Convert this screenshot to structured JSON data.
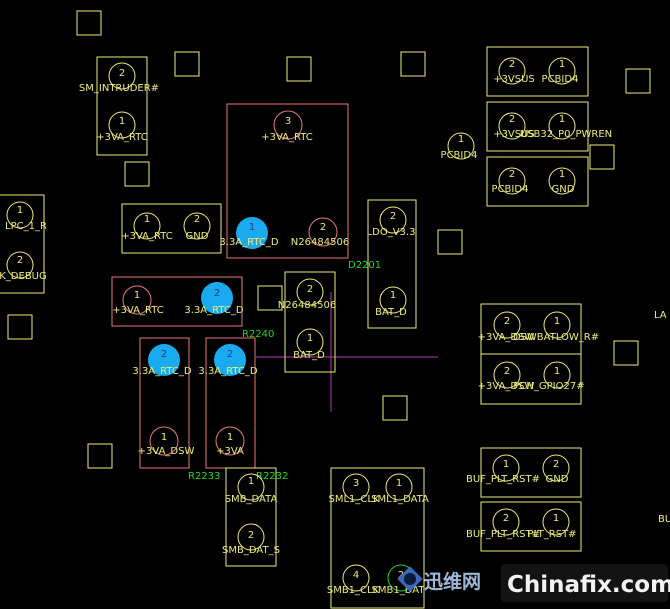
{
  "colors": {
    "background": "#000000",
    "silkscreen": "#ecec7a",
    "highlight_outline": "#e87878",
    "selected_pad": "#19aaf0",
    "refdes": "#22d822",
    "trace": "#b43cb4"
  },
  "components": [
    {
      "id": "sm-intruder",
      "pins": [
        {
          "num": "2",
          "net": "SM_INTRUDER#"
        },
        {
          "num": "1",
          "net": "+3VA_RTC"
        }
      ]
    },
    {
      "id": "conn-3vsus-pcbid4",
      "pins": [
        {
          "num": "2",
          "net": "+3VSUS"
        },
        {
          "num": "1",
          "net": "PCBID4"
        }
      ]
    },
    {
      "id": "conn-3vsus-usb32",
      "pins": [
        {
          "num": "2",
          "net": "+3VSUS"
        },
        {
          "num": "1",
          "net": "USB32_P0_PWREN"
        }
      ]
    },
    {
      "id": "conn-pcbid4-gnd",
      "pins": [
        {
          "num": "2",
          "net": "PCBID4"
        },
        {
          "num": "1",
          "net": "GND"
        }
      ]
    },
    {
      "id": "pad-pcbid4",
      "pins": [
        {
          "num": "1",
          "net": "PCBID4"
        }
      ]
    },
    {
      "id": "d2201",
      "ref": "D2201",
      "pins": [
        {
          "num": "3",
          "net": "+3VA_RTC"
        },
        {
          "num": "1",
          "net": "3.3A_RTC_D"
        },
        {
          "num": "2",
          "net": "N26484506"
        }
      ]
    },
    {
      "id": "cap-3va-gnd",
      "pins": [
        {
          "num": "1",
          "net": "+3VA_RTC"
        },
        {
          "num": "2",
          "net": "GND"
        }
      ]
    },
    {
      "id": "ldo-batd",
      "pins": [
        {
          "num": "2",
          "net": "LDO_V3.3"
        },
        {
          "num": "1",
          "net": "BAT_D"
        }
      ]
    },
    {
      "id": "lpc-left",
      "pins": [
        {
          "num": "1",
          "net": "LPC_1_R"
        },
        {
          "num": "2",
          "net": "K_DEBUG"
        }
      ]
    },
    {
      "id": "r2240",
      "ref": "R2240",
      "pins": [
        {
          "num": "1",
          "net": "+3VA_RTC"
        },
        {
          "num": "2",
          "net": "3.3A_RTC_D"
        }
      ]
    },
    {
      "id": "n2648-batd",
      "pins": [
        {
          "num": "2",
          "net": "N26484506"
        },
        {
          "num": "1",
          "net": "BAT_D"
        }
      ]
    },
    {
      "id": "r2233",
      "ref": "R2233",
      "pins": [
        {
          "num": "2",
          "net": "3.3A_RTC_D"
        },
        {
          "num": "1",
          "net": "+3VA_DSW"
        }
      ]
    },
    {
      "id": "r2232",
      "ref": "R2232",
      "pins": [
        {
          "num": "2",
          "net": "3.3A_RTC_D"
        },
        {
          "num": "1",
          "net": "+3VA"
        }
      ]
    },
    {
      "id": "dsw-batlow",
      "pins": [
        {
          "num": "2",
          "net": "+3VA_DSW"
        },
        {
          "num": "1",
          "net": "DSWBATLOW_R#"
        }
      ]
    },
    {
      "id": "dsw-gpio27",
      "pins": [
        {
          "num": "2",
          "net": "+3VA_DSW"
        },
        {
          "num": "1",
          "net": "PCH_GPIO27#"
        }
      ]
    },
    {
      "id": "smb-data",
      "pins": [
        {
          "num": "1",
          "net": "SMB_DATA"
        },
        {
          "num": "2",
          "net": "SMB_DAT_S"
        }
      ]
    },
    {
      "id": "sml-conn",
      "pins": [
        {
          "num": "3",
          "net": "SML1_CLK"
        },
        {
          "num": "1",
          "net": "SML1_DATA"
        },
        {
          "num": "4",
          "net": "SMB1_CLK"
        },
        {
          "num": "2",
          "net": "SMB1_DAT"
        }
      ]
    },
    {
      "id": "buf-gnd",
      "pins": [
        {
          "num": "1",
          "net": "BUF_PLT_RST#"
        },
        {
          "num": "2",
          "net": "GND"
        }
      ]
    },
    {
      "id": "buf-plt",
      "pins": [
        {
          "num": "2",
          "net": "BUF_PLT_RST#"
        },
        {
          "num": "1",
          "net": "PLT_RST#"
        }
      ]
    }
  ],
  "edge_labels": {
    "right_top": "LA",
    "right_bottom": "BU"
  },
  "watermark": {
    "cn": "迅维网",
    "en": "Chinafix.com"
  }
}
